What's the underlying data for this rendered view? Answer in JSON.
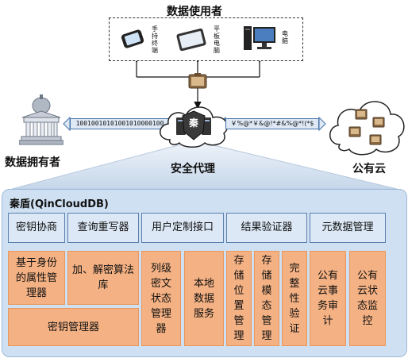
{
  "labels": {
    "data_users": "数据使用者",
    "data_owner": "数据拥有者",
    "security_proxy": "安全代理",
    "public_cloud": "公有云",
    "proxy_seal": "秦"
  },
  "devices": [
    {
      "icon": "smartphone-icon",
      "label": "手持终端"
    },
    {
      "icon": "tablet-icon",
      "label": "平板电脑"
    },
    {
      "icon": "desktop-computer-icon",
      "label": "电脑"
    }
  ],
  "streams": {
    "binary": "10010010101001010000100",
    "cipher": "￥%@*￥&@!*#&%@*!(*$"
  },
  "platform": {
    "title": "秦盾(QinCloudDB)",
    "modules": [
      "密钥协商",
      "查询重写器",
      "用户定制接口",
      "结果验证器",
      "元数据管理"
    ],
    "components": {
      "abe": "基于身份的属性管理器",
      "crypto_lib": "加、解密算法库",
      "key_manager": "密钥管理器",
      "column_state": "列级密文状态管理器",
      "local_service": "本地数据服务",
      "storage_loc": "存储位置管理",
      "storage_mode": "存储模态管理",
      "integrity": "完整性验证",
      "cloud_audit": "公有云事务审计",
      "cloud_monitor": "公有云状态监控"
    }
  },
  "colors": {
    "module_bg": "#dce8f5",
    "component_bg": "#f4b183",
    "platform_bg": "#cfe0f2",
    "link": "#4472a8"
  }
}
